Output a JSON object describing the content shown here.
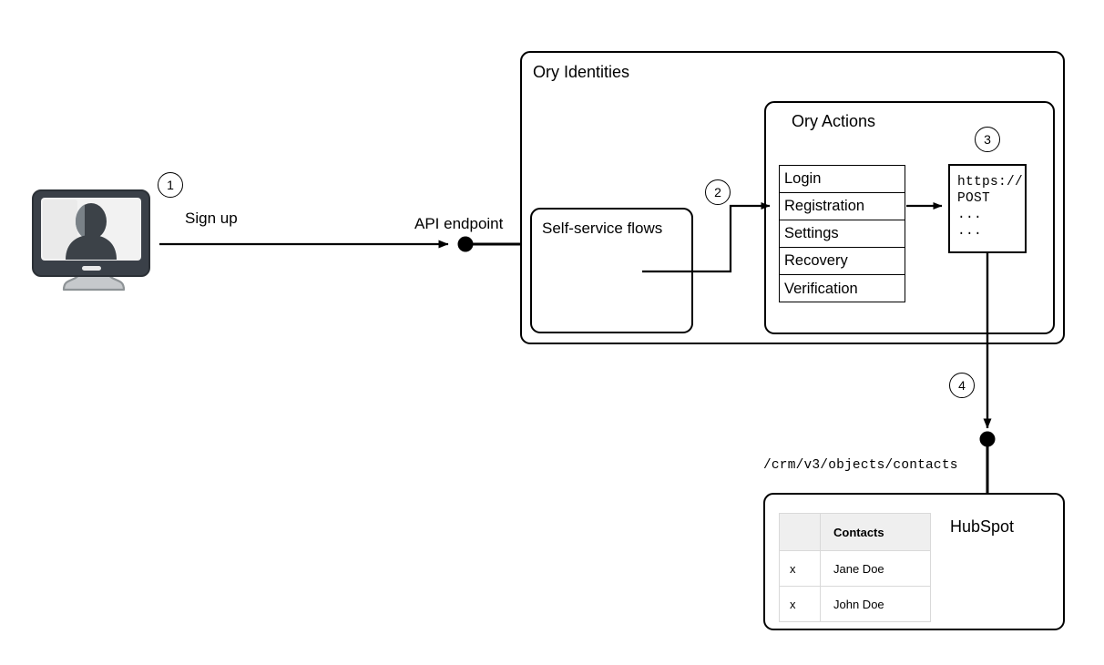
{
  "diagram": {
    "title_hidden": "Ory Identities to HubSpot sign-up flow",
    "steps": [
      {
        "number": "1",
        "label": "Sign up"
      },
      {
        "number": "2",
        "label": ""
      },
      {
        "number": "3",
        "label": ""
      },
      {
        "number": "4",
        "label": ""
      }
    ],
    "client": {
      "icon_name": "desktop-monitor-user-icon",
      "step_marker": "1",
      "edge_label": "Sign up"
    },
    "api": {
      "endpoint_label": "API endpoint"
    },
    "ory_identities": {
      "title": "Ory Identities",
      "self_service": {
        "title": "Self-service flows"
      },
      "ory_actions": {
        "title": "Ory Actions",
        "step_marker": "2",
        "flows": [
          {
            "label": "Login"
          },
          {
            "label": "Registration"
          },
          {
            "label": "Settings"
          },
          {
            "label": "Recovery"
          },
          {
            "label": "Verification"
          }
        ],
        "webhook": {
          "step_marker": "3",
          "lines": [
            "https://",
            "POST",
            "...",
            "..."
          ]
        }
      }
    },
    "hubspot": {
      "step_marker": "4",
      "path_label": "/crm/v3/objects/contacts",
      "title": "HubSpot",
      "table": {
        "columns": [
          "",
          "Contacts"
        ],
        "rows": [
          {
            "flag": "x",
            "name": "Jane Doe"
          },
          {
            "flag": "x",
            "name": "John Doe"
          }
        ]
      }
    },
    "colors": {
      "stroke": "#000000",
      "header_fill": "#efefef",
      "table_border": "#d9d9d9",
      "monitor_bezel": "#3a4048",
      "monitor_screen": "#f2f2f2",
      "monitor_stand": "#c6c9cc",
      "avatar": "#3c4248"
    }
  }
}
